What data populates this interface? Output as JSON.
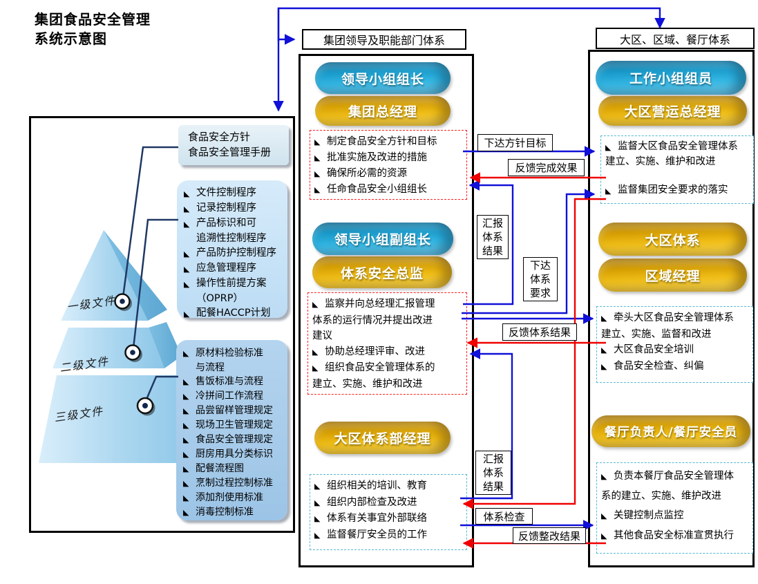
{
  "bullet_char": "◣",
  "title": "集团食品安全管理\n系统示意图",
  "colors": {
    "arrow_blue": "#1010d8",
    "arrow_red": "#f00000",
    "connector_navy": "#1f3864",
    "pill_blue": "#1798c8",
    "pill_gold": "#d29b00",
    "dashed_red": "#ff2020",
    "dashed_cyan": "#55b8d4",
    "callout_light": "#dcebf4",
    "callout_mid": "#c9e3f7",
    "callout_deep": "#a9cdec"
  },
  "top_nav": {
    "left_header": "集团领导及职能部门体系",
    "right_header": "大区、区域、餐厅体系"
  },
  "left_panel": {
    "pyramid_levels": [
      "一级文件",
      "二级文件",
      "三级文件"
    ],
    "callout_level1": "食品安全方针\n食品安全管理手册",
    "callout_level2": {
      "items": [
        {
          "t": "b",
          "text": "文件控制程序"
        },
        {
          "t": "b",
          "text": "记录控制程序"
        },
        {
          "t": "b",
          "text": "产品标识和可"
        },
        {
          "t": "i",
          "text": "追溯性控制程序"
        },
        {
          "t": "b",
          "text": "产品防护控制程序"
        },
        {
          "t": "b",
          "text": "应急管理程序"
        },
        {
          "t": "b",
          "text": "操作性前提方案"
        },
        {
          "t": "i",
          "text": "（OPRP）"
        },
        {
          "t": "b",
          "text": "配餐HACCP计划"
        }
      ]
    },
    "callout_level3": {
      "items": [
        {
          "t": "b",
          "text": "原材料检验标准"
        },
        {
          "t": "i",
          "text": "与流程"
        },
        {
          "t": "b",
          "text": "售饭标准与流程"
        },
        {
          "t": "b",
          "text": "冷拼间工作流程"
        },
        {
          "t": "b",
          "text": "品尝留样管理规定"
        },
        {
          "t": "b",
          "text": "现场卫生管理规定"
        },
        {
          "t": "b",
          "text": "食品安全管理规定"
        },
        {
          "t": "b",
          "text": "厨房用具分类标识"
        },
        {
          "t": "b",
          "text": "配餐流程图"
        },
        {
          "t": "b",
          "text": "烹制过程控制标准"
        },
        {
          "t": "b",
          "text": "添加剂使用标准"
        },
        {
          "t": "b",
          "text": "消毒控制标准"
        }
      ]
    }
  },
  "middle_column": {
    "pill_leader_head": "领导小组组长",
    "pill_group_gm": "集团总经理",
    "duties_gm": {
      "items": [
        {
          "t": "b",
          "text": "制定食品安全方针和目标"
        },
        {
          "t": "b",
          "text": "批准实施及改进的措施"
        },
        {
          "t": "b",
          "text": "确保所必需的资源"
        },
        {
          "t": "b",
          "text": "任命食品安全小组组长"
        }
      ]
    },
    "pill_deputy_head": "领导小组副组长",
    "pill_safety_director": "体系安全总监",
    "duties_director": {
      "items": [
        {
          "t": "b",
          "text": "监察并向总经理汇报管理"
        },
        {
          "t": "c",
          "text": "体系的运行情况并提出改进"
        },
        {
          "t": "c",
          "text": "建议"
        },
        {
          "t": "b",
          "text": "协助总经理评审、改进"
        },
        {
          "t": "b",
          "text": "组织食品安全管理体系的"
        },
        {
          "t": "c",
          "text": "建立、实施、维护和改进"
        }
      ]
    },
    "pill_region_system_manager": "大区体系部经理",
    "duties_region_manager": {
      "items": [
        {
          "t": "b",
          "text": "组织相关的培训、教育"
        },
        {
          "t": "b",
          "text": "组织内部检查及改进"
        },
        {
          "t": "b",
          "text": "体系有关事宜外部联络"
        },
        {
          "t": "b",
          "text": "监督餐厅安全员的工作"
        }
      ]
    }
  },
  "right_column": {
    "pill_team_member": "工作小组组员",
    "pill_region_ops_gm": "大区营运总经理",
    "duties_ops_gm": {
      "items": [
        {
          "t": "b",
          "text": "监督大区食品安全管理体系"
        },
        {
          "t": "c",
          "text": "建立、实施、维护和改进"
        },
        {
          "t": "g",
          "text": ""
        },
        {
          "t": "b",
          "text": "监督集团安全要求的落实"
        }
      ]
    },
    "pill_region_system": "大区体系",
    "pill_area_manager": "区域经理",
    "duties_area_manager": {
      "items": [
        {
          "t": "b",
          "text": "牵头大区食品安全管理体系"
        },
        {
          "t": "c",
          "text": "建立、实施、监督和改进"
        },
        {
          "t": "b",
          "text": "大区食品安全培训"
        },
        {
          "t": "b",
          "text": "食品安全检查、纠偏"
        }
      ]
    },
    "pill_restaurant": "餐厅负责人/餐厅安全员",
    "duties_restaurant": {
      "items": [
        {
          "t": "b",
          "text": "负责本餐厅食品安全管理体"
        },
        {
          "t": "c",
          "text": "系的建立、实施、维护改进"
        },
        {
          "t": "b",
          "text": "关键控制点监控"
        },
        {
          "t": "b",
          "text": "其他食品安全标准宣贯执行"
        }
      ]
    }
  },
  "connector_labels": {
    "issue_policy": "下达方针目标",
    "feedback_completion": "反馈完成效果",
    "report_system_results_upper": "汇报\n体系\n结果",
    "issue_system_requirements": "下达\n体系\n要求",
    "feedback_system_results": "反馈体系结果",
    "report_system_results_lower": "汇报\n体系\n结果",
    "system_check": "体系检查",
    "feedback_rectification": "反馈整改结果"
  }
}
